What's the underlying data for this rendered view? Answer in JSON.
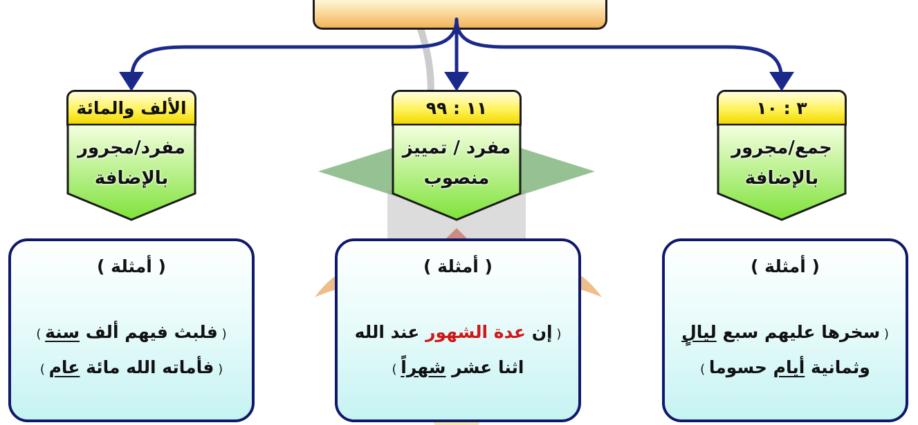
{
  "colors": {
    "connector": "#1b2a8a",
    "tag_fill": "#fff35a",
    "number_fill": "#8de83c",
    "card_border": "#10186b",
    "card_fill": "#c6f3f2",
    "highlight": "#d01818"
  },
  "columns": [
    {
      "id": "hundred-thousand",
      "range": "الألف والمائة",
      "rule_lines": [
        "مفرد/مجرور",
        "بالإضافة"
      ],
      "examples_title": "( أمثلة )",
      "examples": [
        {
          "open": "( ",
          "pre": "فلبث فيهم ألف ",
          "mark": "سنة",
          "post": "",
          "close": " )"
        },
        {
          "open": "( ",
          "pre": "فأماته الله مائة ",
          "mark": "عام",
          "post": "",
          "close": " )"
        }
      ]
    },
    {
      "id": "eleven-ninetynine",
      "range": "١١ : ٩٩",
      "rule_lines": [
        "مفرد / تمييز",
        "منصوب"
      ],
      "examples_title": "( أمثلة )",
      "examples": [
        {
          "open": "( ",
          "pre": "إن ",
          "red": "عدة الشهور",
          "post": " عند الله",
          "close": ""
        },
        {
          "open": "",
          "pre": "اثنا عشر ",
          "mark": "شهراً",
          "post": "",
          "close": " )"
        }
      ]
    },
    {
      "id": "three-ten",
      "range": "٣ : ١٠",
      "rule_lines": [
        "جمع/مجرور",
        "بالإضافة"
      ],
      "examples_title": "( أمثلة )",
      "examples": [
        {
          "open": "( ",
          "pre": "سخرها عليهم سبع ",
          "mark": "ليالٍ",
          "post": "",
          "close": ""
        },
        {
          "open": "",
          "pre": "وثمانية ",
          "mark": "أيام",
          "post": " حسوما",
          "close": " )"
        }
      ]
    }
  ]
}
